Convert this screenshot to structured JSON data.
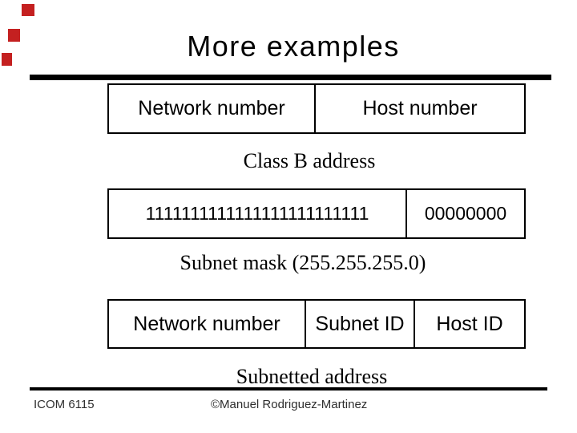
{
  "slide": {
    "title": "More examples",
    "footer": {
      "course": "ICOM 6115",
      "credit": "©Manuel Rodriguez-Martinez"
    }
  },
  "diagram": {
    "rows": [
      {
        "cells": [
          "Network number",
          "Host number"
        ],
        "caption": "Class B address"
      },
      {
        "cells": [
          "1111111111111111111111111",
          "00000000"
        ],
        "caption": "Subnet mask (255.255.255.0)"
      },
      {
        "cells": [
          "Network number",
          "Subnet ID",
          "Host ID"
        ],
        "caption": "Subnetted address"
      }
    ]
  },
  "colors": {
    "ink": "#000000",
    "background": "#ffffff",
    "edge_mark_red": "#c42020",
    "footer_text": "#2e2e2e"
  }
}
